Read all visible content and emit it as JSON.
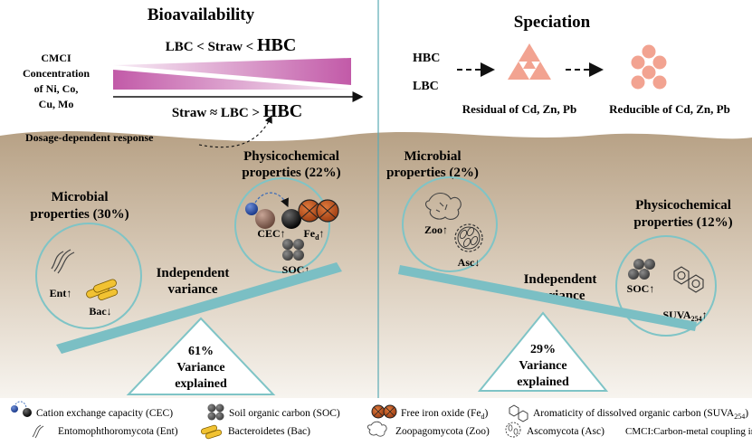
{
  "left": {
    "title": "Bioavailability",
    "cmci_lines": [
      "CMCI",
      "Concentration",
      "of Ni, Co,",
      "Cu, Mo"
    ],
    "top_order": {
      "pre": "LBC < Straw <",
      "big": "HBC"
    },
    "bottom_order": {
      "pre": "Straw ≈ LBC >",
      "big": "HBC"
    },
    "dosage": "Dosage-dependent response",
    "physchem": {
      "lines": [
        "Physicochemical",
        "properties (22%)"
      ],
      "cec": "CEC↑",
      "fed_base": "Fe",
      "fed_sub": "d",
      "fed_arrow": "↑",
      "soc": "SOC↑"
    },
    "microbial": {
      "lines": [
        "Microbial",
        "properties (30%)"
      ],
      "ent": "Ent↑",
      "bac": "Bac↓"
    },
    "independent": [
      "Independent",
      "variance"
    ],
    "variance": {
      "pct": "61%",
      "line1": "Variance",
      "line2": "explained"
    }
  },
  "right": {
    "title": "Speciation",
    "hbc": "HBC",
    "lbc": "LBC",
    "residual": "Residual of Cd, Zn, Pb",
    "reducible": "Reducible of Cd, Zn, Pb",
    "microbial": {
      "lines": [
        "Microbial",
        "properties (2%)"
      ],
      "zoo": "Zoo↑",
      "asc": "Asc↓"
    },
    "physchem": {
      "lines": [
        "Physicochemical",
        "properties (12%)"
      ],
      "soc": "SOC↑",
      "suva_base": "SUVA",
      "suva_sub": "254",
      "suva_arrow": "↑"
    },
    "independent": [
      "Independent",
      "variance"
    ],
    "variance": {
      "pct": "29%",
      "line1": "Variance",
      "line2": "explained"
    }
  },
  "legend": {
    "cec": "Cation exchange capacity (CEC)",
    "soc": "Soil organic carbon (SOC)",
    "fed_base": "Free iron oxide (Fe",
    "fed_sub": "d",
    "fed_end": ")",
    "suva_base": "Aromaticity of dissolved organic carbon (SUVA",
    "suva_sub": "254",
    "suva_end": ")",
    "ent": "Entomophthoromycota (Ent)",
    "bac": "Bacteroidetes (Bac)",
    "zoo": "Zoopagomycota (Zoo)",
    "asc": "Ascomycota (Asc)",
    "cmci": "CMCI:Carbon-metal coupling index"
  },
  "colors": {
    "soil_top": "#b9a486",
    "soil_bottom": "#f4f1ec",
    "teal": "#7fc4c6",
    "beam": "#7bbfc4",
    "salmon": "#f2a391",
    "magenta": "#c96bb2",
    "iron": "#c9561f"
  }
}
